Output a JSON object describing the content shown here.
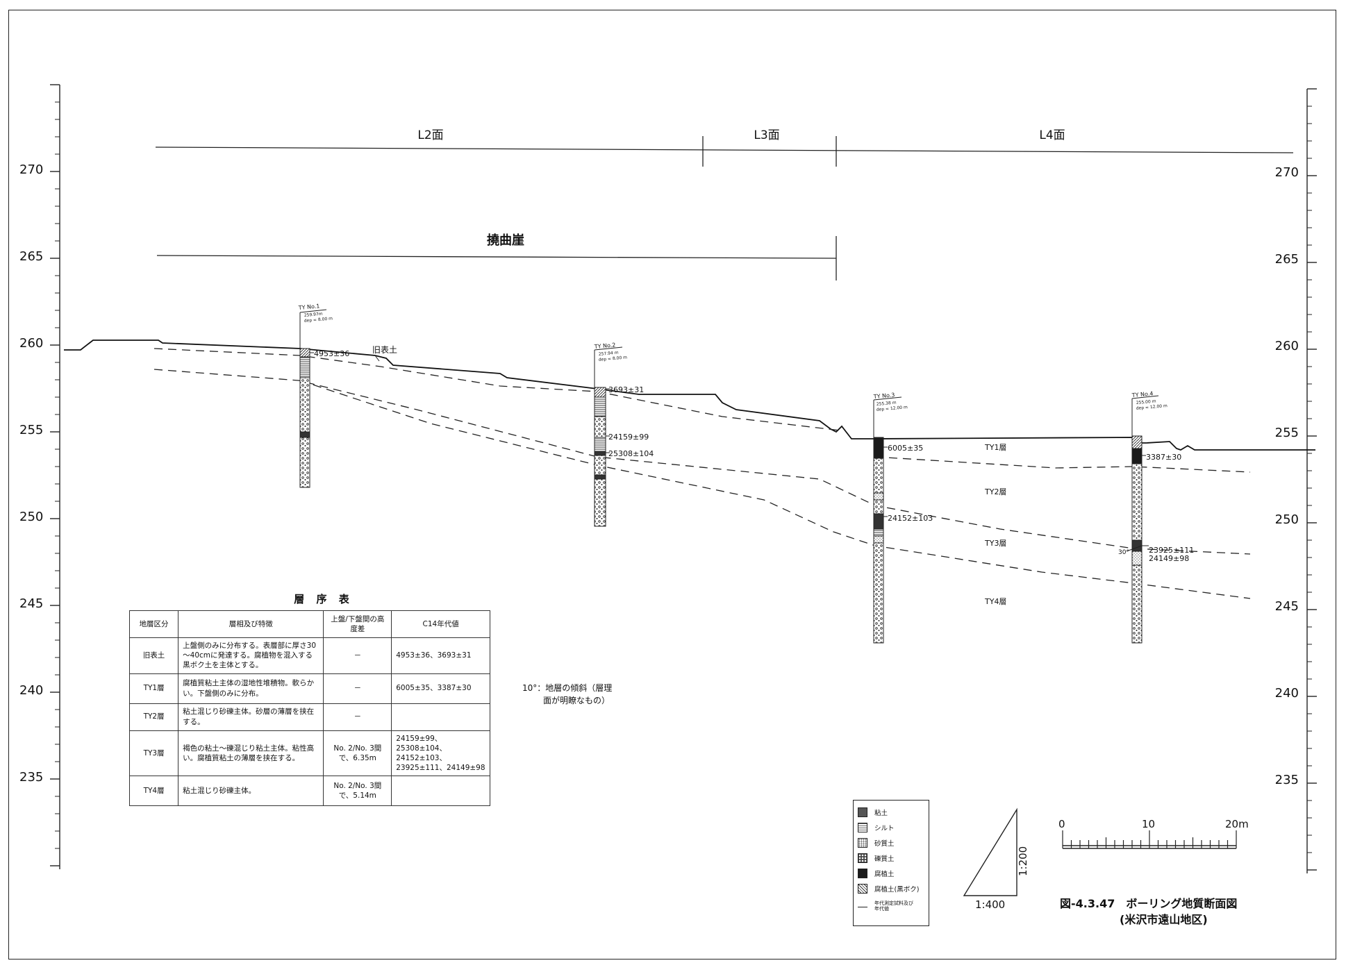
{
  "elevation_ticks": [
    "270",
    "265",
    "260",
    "255",
    "250",
    "245",
    "240",
    "235"
  ],
  "surfaces": {
    "l2": "L2面",
    "l3": "L3面",
    "l4": "L4面"
  },
  "flexure_label": "撓曲崖",
  "old_topsoil_label": "旧表土",
  "boreholes": [
    {
      "name": "TY No.1",
      "elev": "259.97m",
      "depth": "dep = 8.00 m"
    },
    {
      "name": "TY No.2",
      "elev": "257.94 m",
      "depth": "dep = 8.00 m"
    },
    {
      "name": "TY No.3",
      "elev": "255.38 m",
      "depth": "dep = 12.00 m"
    },
    {
      "name": "TY No.4",
      "elev": "255.00 m",
      "depth": "dep = 12.00 m"
    }
  ],
  "ages": {
    "a1": "4953±36",
    "a2": "3693±31",
    "a3": "24159±99",
    "a4": "25308±104",
    "a5": "6005±35",
    "a6": "24152±103",
    "a7": "3387±30",
    "a8": "23925±111",
    "a9": "24149±98"
  },
  "layer_labels": {
    "ty1": "TY1層",
    "ty2": "TY2層",
    "ty3": "TY3層",
    "ty4": "TY4層"
  },
  "dip_angle": "30°",
  "strat_table": {
    "title": "層 序 表",
    "headers": [
      "地層区分",
      "層相及び特徴",
      "上盤/下盤間の高度差",
      "C14年代値"
    ],
    "rows": [
      {
        "unit": "旧表土",
        "desc": "上盤側のみに分布する。表層部に厚さ30～40cmに発達する。腐植物を混入する黒ボク土を主体とする。",
        "diff": "－",
        "c14": "4953±36、3693±31"
      },
      {
        "unit": "TY1層",
        "desc": "腐植質粘土主体の湿地性堆積物。軟らかい。下盤側のみに分布。",
        "diff": "－",
        "c14": "6005±35、3387±30"
      },
      {
        "unit": "TY2層",
        "desc": "粘土混じり砂礫主体。砂層の薄層を挟在する。",
        "diff": "－",
        "c14": ""
      },
      {
        "unit": "TY3層",
        "desc": "褐色の粘土～礫混じり粘土主体。粘性高い。腐植質粘土の薄層を挟在する。",
        "diff": "No. 2/No. 3間で、6.35m",
        "c14": "24159±99、25308±104、24152±103、23925±111、24149±98"
      },
      {
        "unit": "TY4層",
        "desc": "粘土混じり砂礫主体。",
        "diff": "No. 2/No. 3間で、5.14m",
        "c14": ""
      }
    ]
  },
  "dip_note": {
    "line1": "10°：地層の傾斜（層理",
    "line2": "面が明瞭なもの）"
  },
  "legend": {
    "clay": "粘土",
    "silt": "シルト",
    "sand": "砂質土",
    "gravel": "礫質土",
    "humus": "腐植土",
    "kuroboku": "腐植土(黒ボク)",
    "sample": "年代測定試料及び年代値"
  },
  "scale_ratio": {
    "horizontal": "1:400",
    "vertical": "1:200"
  },
  "scale_bar": {
    "t0": "0",
    "t10": "10",
    "t20": "20m"
  },
  "caption": {
    "title": "図-4.3.47　ボーリング地質断面図",
    "subtitle": "(米沢市遠山地区)"
  }
}
